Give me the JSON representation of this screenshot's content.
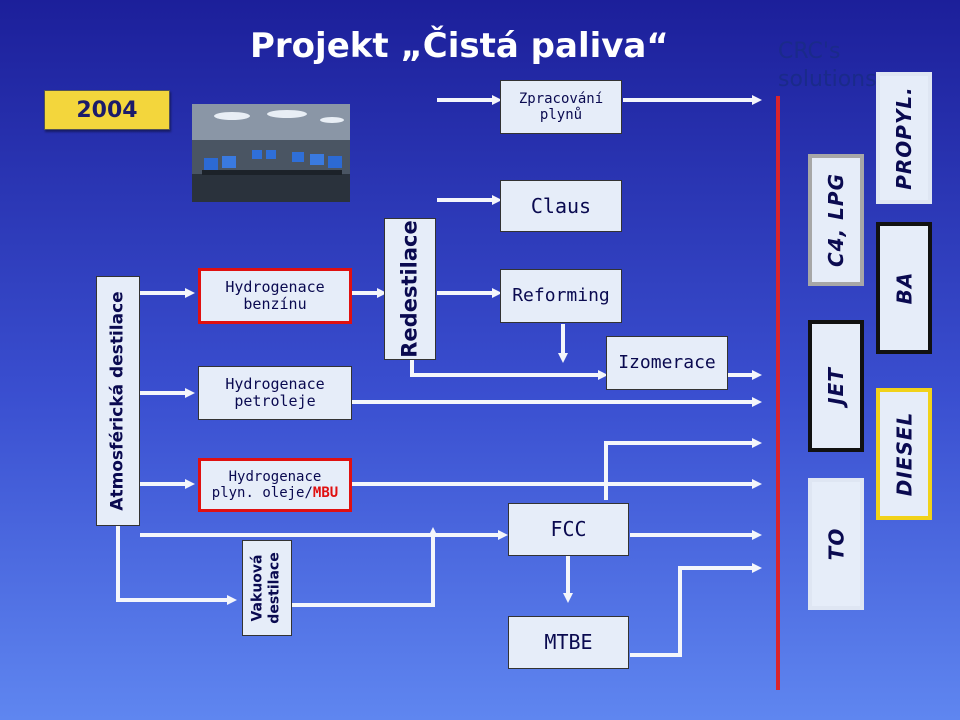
{
  "title": "Projekt „Čistá paliva“",
  "year": "2004",
  "crc": {
    "line1": "CRC's",
    "line2": "solutions"
  },
  "units": {
    "atm_destilace": "Atmosférická destilace",
    "hydro_benzinu": [
      "Hydrogenace",
      "benzínu"
    ],
    "hydro_petroleje": [
      "Hydrogenace",
      "petroleje"
    ],
    "hydro_oleje": [
      "Hydrogenace",
      "plyn. oleje/",
      "MBU"
    ],
    "redestilace": "Redestilace",
    "zpracovani": [
      "Zpracování",
      "plynů"
    ],
    "claus": "Claus",
    "reforming": "Reforming",
    "izomerace": "Izomerace",
    "fcc": "FCC",
    "mtbe": "MTBE",
    "vakuova": [
      "Vakuová",
      "destilace"
    ]
  },
  "products": {
    "c4_lpg": "C4, LPG",
    "jet": "JET",
    "to": "TO",
    "propyl": "PROPYL.",
    "ba": "BA",
    "diesel": "DIESEL"
  },
  "colors": {
    "background_top": "#1c1f9a",
    "background_bottom": "#5f86f0",
    "box_fill": "#e6edf9",
    "highlight_red": "#e01010",
    "year_fill": "#f3d63c",
    "divider_red": "#d9242c"
  }
}
